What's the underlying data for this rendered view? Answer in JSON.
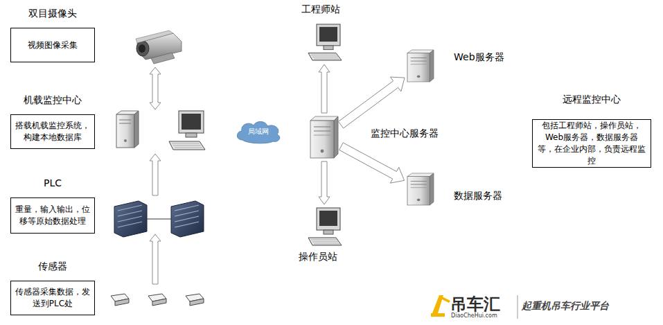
{
  "diagram": {
    "nodes": [
      {
        "text": [
          "双目摄像头",
          "视频图像采集"
        ]
      },
      {
        "text": [
          "工程师站"
        ]
      },
      {
        "text": [
          "Web服务器"
        ]
      },
      {
        "text": [
          "机载监控中心",
          "搭载机载监控系统，构建本地数据库"
        ]
      },
      {
        "text": [
          "局域网"
        ]
      },
      {
        "text": [
          "监控中心服务器"
        ]
      },
      {
        "text": [
          "远程监控中心",
          "包括工程师站，操作员站，Web服务器，数据服务器等，在企业内部，负责远程监控"
        ]
      },
      {
        "text": [
          "数据服务器"
        ]
      },
      {
        "text": [
          "PLC",
          "重量，输入输出，位移等原始数据处理"
        ]
      },
      {
        "text": [
          "操作员站"
        ]
      },
      {
        "text": [
          "传感器",
          "传感器采集数据，发送到PLC处"
        ]
      }
    ],
    "edges": [
      {
        "from": 5,
        "to": 1,
        "arrow": "to"
      },
      {
        "from": 5,
        "to": 2,
        "arrow": "to"
      },
      {
        "from": 5,
        "to": 7,
        "arrow": "to"
      },
      {
        "from": 5,
        "to": 9,
        "arrow": "to"
      }
    ],
    "labels": [
      "吊车汇",
      "DiaoCheHui.com",
      "起重机吊车行业平台"
    ]
  }
}
